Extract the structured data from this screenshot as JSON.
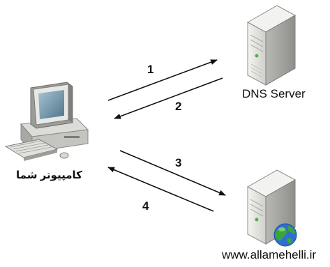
{
  "diagram": {
    "nodes": {
      "computer": {
        "label": "کامپیوتر شما",
        "icon": "desktop-computer-icon"
      },
      "dns_server": {
        "label": "DNS Server",
        "icon": "server-tower-icon"
      },
      "web_server": {
        "label": "www.allamehelli.ir",
        "icon": "server-globe-icon"
      }
    },
    "steps": [
      {
        "label": "1",
        "from": "computer",
        "to": "dns_server"
      },
      {
        "label": "2",
        "from": "dns_server",
        "to": "computer"
      },
      {
        "label": "3",
        "from": "computer",
        "to": "web_server"
      },
      {
        "label": "4",
        "from": "web_server",
        "to": "computer"
      }
    ]
  },
  "colors": {
    "server_body": "#e4e4e2",
    "server_shadow": "#9a9a96",
    "monitor_screen": "#6f93a8",
    "globe_blue": "#2f6fd0",
    "globe_green": "#3aa63a",
    "arrow": "#111111"
  }
}
